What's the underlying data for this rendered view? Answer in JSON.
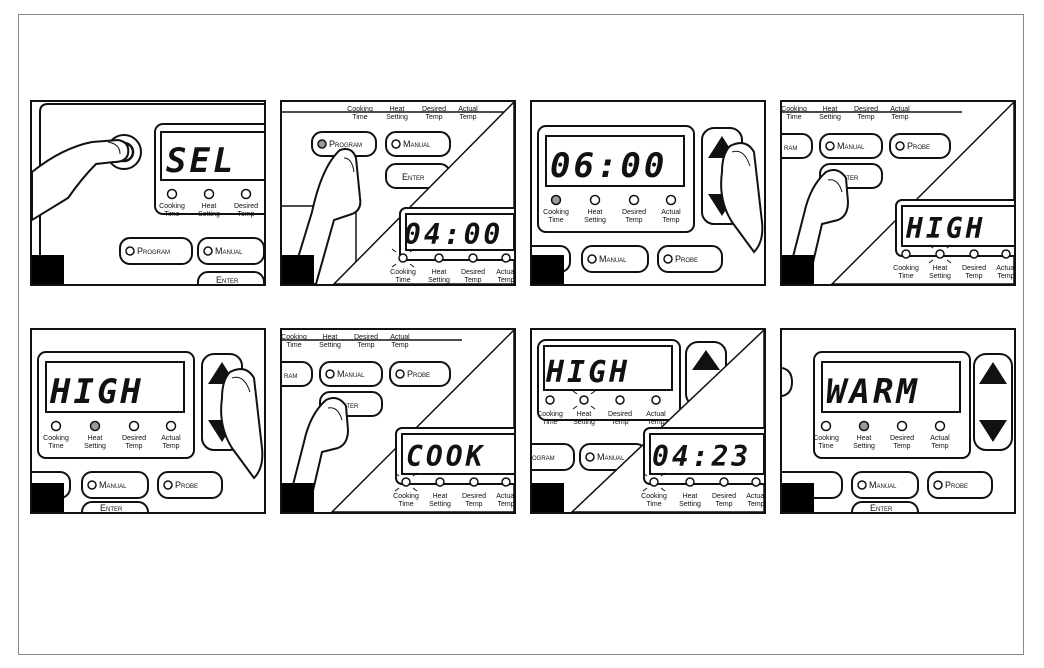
{
  "colors": {
    "ink": "#111111",
    "led_on": "#9a9a9a",
    "paper": "#ffffff"
  },
  "labels": {
    "cooking_1": "Cooking",
    "cooking_2": "Time",
    "heat_1": "Heat",
    "heat_2": "Setting",
    "desired_1": "Desired",
    "desired_2": "Temp",
    "actual_1": "Actual",
    "actual_2": "Temp"
  },
  "buttons": {
    "program": "Program",
    "program_cut": "ogram",
    "program_cut2": "ram",
    "manual": "Manual",
    "probe": "Probe",
    "enter": "Enter"
  },
  "displays": {
    "p1": "SEL",
    "p2": "04:00",
    "p3": "06:00",
    "p4": "HIGH",
    "p5": "HIGH",
    "p6": "COOK",
    "p7a": "HIGH",
    "p7b": "04:23",
    "p8": "WARM"
  }
}
